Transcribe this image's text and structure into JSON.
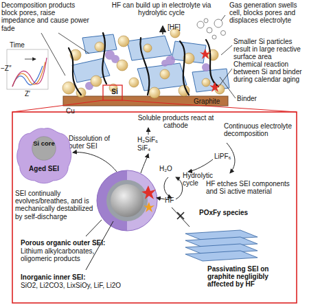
{
  "diagram": {
    "nodes": [
      {
        "text": [
          "Aged SEI"
        ]
      },
      {
        "text": [
          "Si core"
        ],
        "in": 0
      },
      {
        "text": [
          "Si"
        ]
      }
    ],
    "edges": [],
    "labels": [
      "Decomposition products block pores, raise impedance and cause power fade",
      "HF can build up in electrolyte via hydrolytic cycle",
      "[HF]",
      "Gas generation swells cell, blocks pores and displaces electrolyte",
      "Smaller Si particles result in large reactive surface area",
      "Chemical reaction between Si and binder during calendar aging",
      "Binder",
      "Time",
      "−Z″",
      "Z′",
      "Graphite",
      "Cu",
      "Soluble products react at cathode",
      "Dissolution of outer SEI",
      "Continuous electrolyte decomposition",
      "H₂SiF₆",
      "SiF₄",
      "LiPF₆",
      "H₂O",
      "Hydrolytic cycle",
      "HF etches SEI components and Si active material",
      "HF",
      "POxFy species",
      "SEI continually evolves/breathes, and is mechanically destabilized by self-discharge",
      "Porous organic outer SEI:",
      "Lithium alkylcarbonates, oligomeric products",
      "Inorganic inner SEI:",
      "SiO2, Li2CO3, LixSiOy, LiF, Li2O",
      "Passivating SEI on graphite negligibly affected by HF"
    ]
  }
}
